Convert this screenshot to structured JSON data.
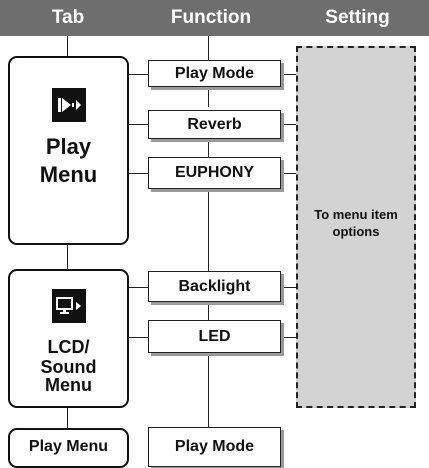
{
  "header": {
    "col_tab": "Tab",
    "col_function": "Function",
    "col_setting": "Setting",
    "background_color": "#6e6e6e"
  },
  "tabs": [
    {
      "title_line1": "Play",
      "title_line2": "Menu",
      "icon": "play-menu-icon"
    },
    {
      "title_line1": "LCD/",
      "title_line2": "Sound",
      "title_line3": "Menu",
      "icon": "lcd-monitor-icon"
    },
    {
      "title": "Play Menu"
    }
  ],
  "functions": [
    {
      "label": "Play Mode"
    },
    {
      "label": "Reverb"
    },
    {
      "label": "EUPHONY"
    },
    {
      "label": "Backlight"
    },
    {
      "label": "LED"
    },
    {
      "label": "Play Mode"
    }
  ],
  "setting": {
    "text": "To menu item options",
    "fill_color": "#d3d3d3"
  }
}
